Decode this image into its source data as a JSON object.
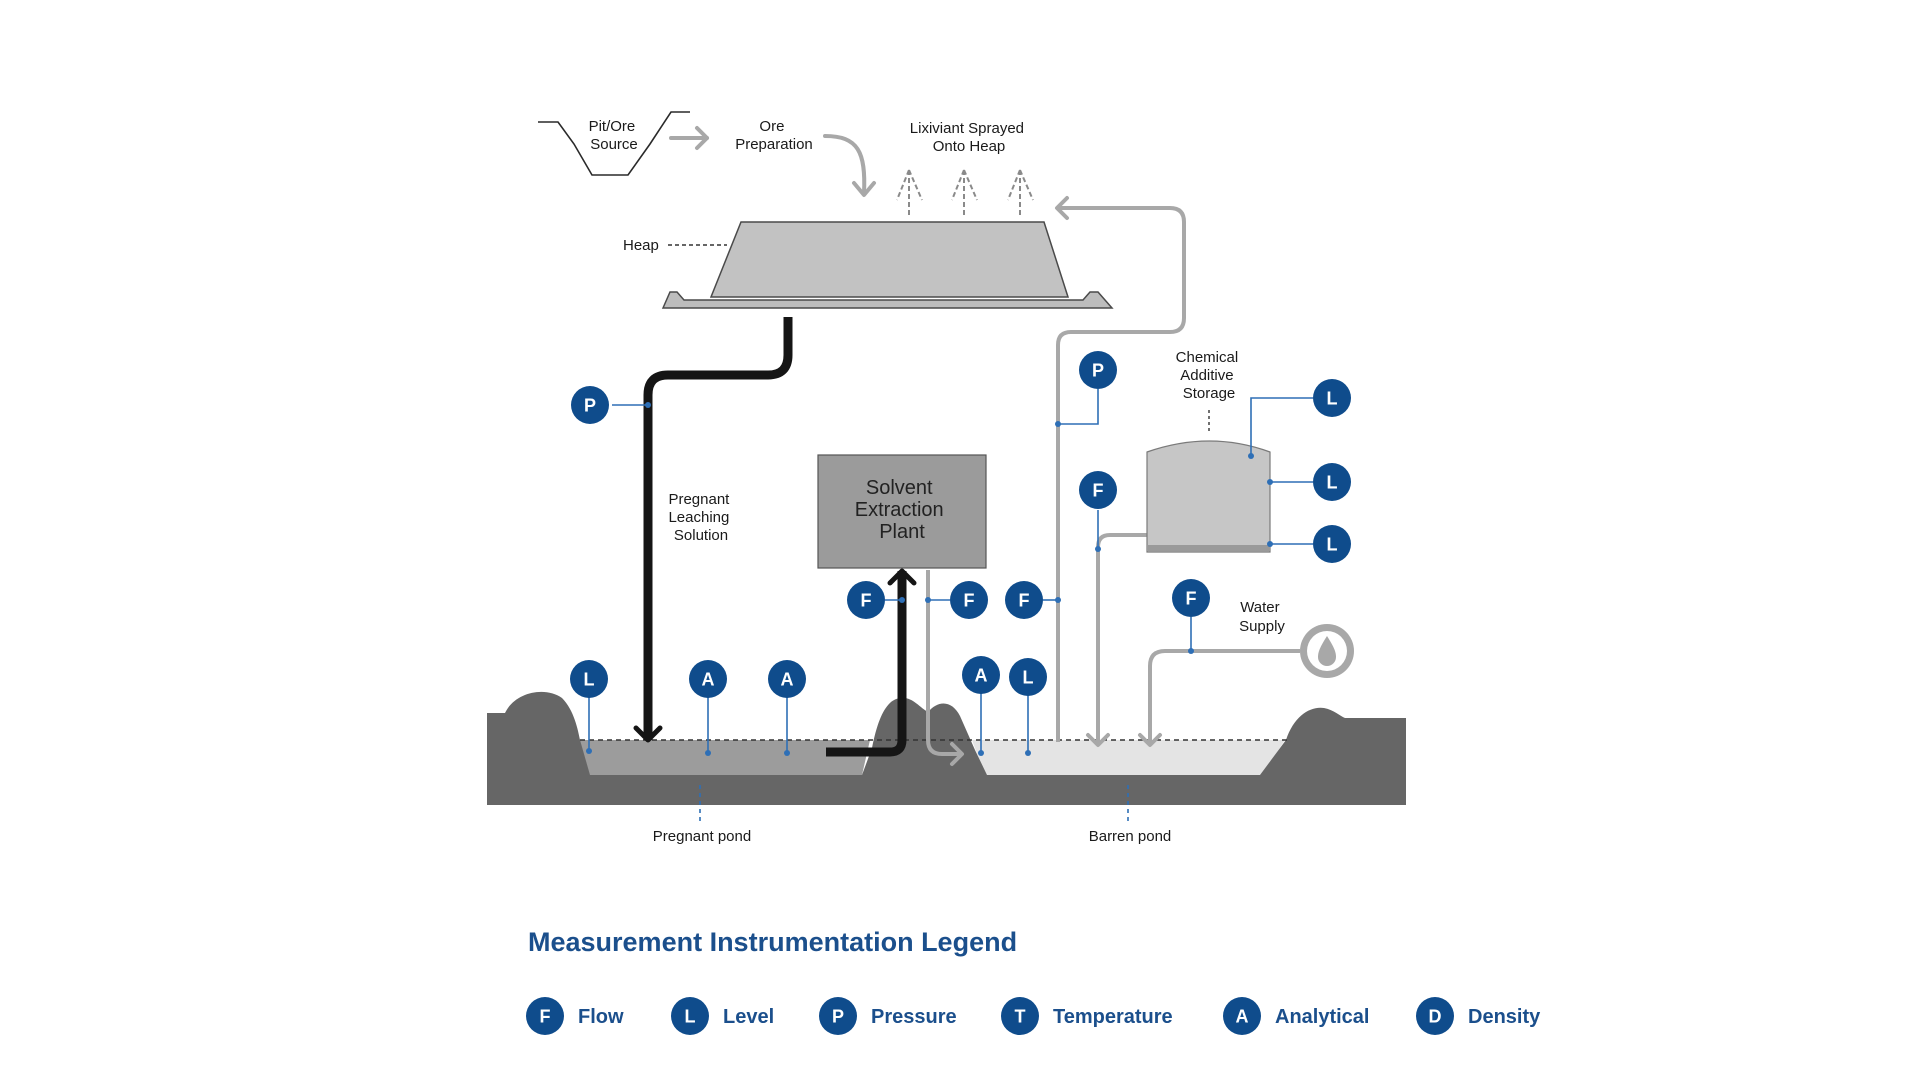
{
  "labels": {
    "pit_ore_source": [
      "Pit/Ore",
      "Source"
    ],
    "ore_preparation": [
      "Ore",
      "Preparation"
    ],
    "lixiviant": [
      "Lixiviant Sprayed",
      "Onto Heap"
    ],
    "heap": "Heap",
    "chemical_storage": [
      "Chemical",
      "Additive",
      "Storage"
    ],
    "pregnant_solution": [
      "Pregnant",
      "Leaching",
      "Solution"
    ],
    "plant": [
      "Solvent",
      "Extraction",
      "Plant"
    ],
    "water_supply": [
      "Water",
      "Supply"
    ],
    "pregnant_pond": "Pregnant pond",
    "barren_pond": "Barren pond"
  },
  "instruments": {
    "pls_pressure": "P",
    "return_pressure": "P",
    "tank_level_top": "L",
    "tank_level_mid": "L",
    "tank_level_bottom": "L",
    "chemical_flow": "F",
    "plant_inlet_flow": "F",
    "plant_outlet_flow": "F",
    "return_flow": "F",
    "water_flow": "F",
    "pregnant_pond_level": "L",
    "pregnant_pond_analytical_1": "A",
    "pregnant_pond_analytical_2": "A",
    "barren_pond_analytical": "A",
    "barren_pond_level": "L"
  },
  "icons": {
    "water_supply": "water-drop-icon"
  },
  "legend": {
    "title": "Measurement Instrumentation Legend",
    "items": [
      {
        "letter": "F",
        "label": "Flow"
      },
      {
        "letter": "L",
        "label": "Level"
      },
      {
        "letter": "P",
        "label": "Pressure"
      },
      {
        "letter": "T",
        "label": "Temperature"
      },
      {
        "letter": "A",
        "label": "Analytical"
      },
      {
        "letter": "D",
        "label": "Density"
      }
    ]
  },
  "colors": {
    "badge": "#0f4c8c",
    "legend_text": "#1b4f8c",
    "ground": "#666666",
    "pregnant_liquid": "#9c9c9c",
    "barren_liquid": "#e4e4e4",
    "pipe_grey": "#a8a8a8",
    "pipe_black": "#151515"
  }
}
